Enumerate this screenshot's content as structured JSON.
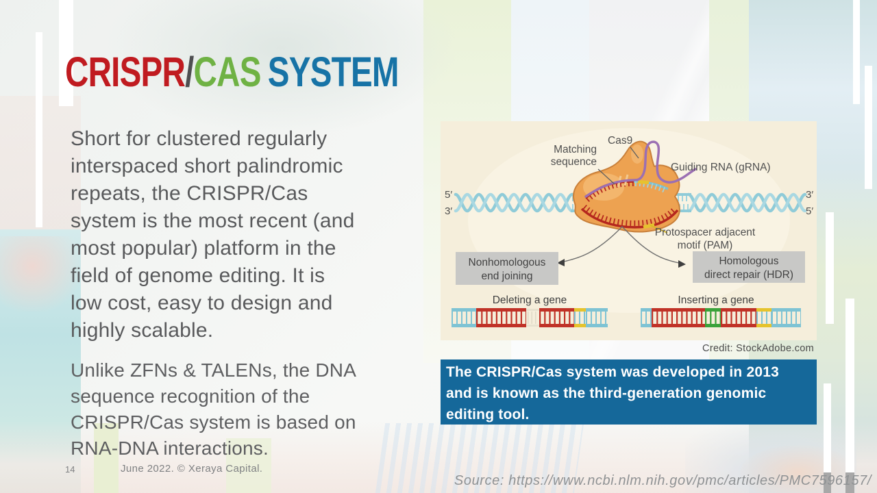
{
  "slide": {
    "title": {
      "crispr": "CRISPR",
      "slash": "/",
      "cas": "CAS",
      "system": "SYSTEM"
    },
    "paragraph1": {
      "lines": [
        "Short for clustered regularly",
        "interspaced short palindromic",
        "repeats, the CRISPR/Cas",
        "system is the most recent (and",
        "most popular) platform in the",
        "field of genome editing. It is",
        "low cost, easy to design and",
        "highly scalable."
      ]
    },
    "paragraph2": {
      "lines": [
        "Unlike ZFNs & TALENs, the DNA",
        "sequence recognition of the",
        "CRISPR/Cas system is based on",
        "RNA-DNA interactions."
      ]
    },
    "callout": {
      "lines": [
        "The CRISPR/Cas system was developed in 2013",
        "and is known as the third-generation genomic",
        "editing tool."
      ]
    },
    "credit": "Credit: StockAdobe.com",
    "source": "Source: https://www.ncbi.nlm.nih.gov/pmc/articles/PMC7596157/",
    "page_number": "14",
    "footer": "June 2022. © Xeraya Capital."
  },
  "diagram": {
    "labels": {
      "cas9": "Cas9",
      "matching_line1": "Matching",
      "matching_line2": "sequence",
      "grna": "Guiding RNA (gRNA)",
      "pam_line1": "Protospacer adjacent",
      "pam_line2": "motif (PAM)",
      "left_top_prime": "5′",
      "left_bottom_prime": "3′",
      "right_top_prime": "3′",
      "right_bottom_prime": "5′",
      "nhej_line1": "Nonhomologous",
      "nhej_line2": "end joining",
      "hdr_line1": "Homologous",
      "hdr_line2": "direct repair (HDR)",
      "deleting": "Deleting a gene",
      "inserting": "Inserting a gene"
    }
  },
  "colors": {
    "title_red": "#C01B20",
    "title_slash": "#4E4F51",
    "title_green": "#6FB244",
    "title_blue": "#1773A6",
    "body_text": "#58595B",
    "callout_bg": "#15689A",
    "callout_text": "#FFFFFF",
    "credit_text": "#4B4B4B",
    "footer_text": "#7F8183",
    "source_text": "#8F9294",
    "diagram_bg": "#F5EEDB",
    "diagram_orange": "#EDA251",
    "diagram_red": "#B5271E",
    "diagram_purple": "#9B6FB3",
    "diagram_cyan": "#7EC3D4",
    "diagram_yellow": "#E5C32D",
    "diagram_green": "#3AA23B",
    "diagram_gray_box": "#C8C8C6"
  }
}
